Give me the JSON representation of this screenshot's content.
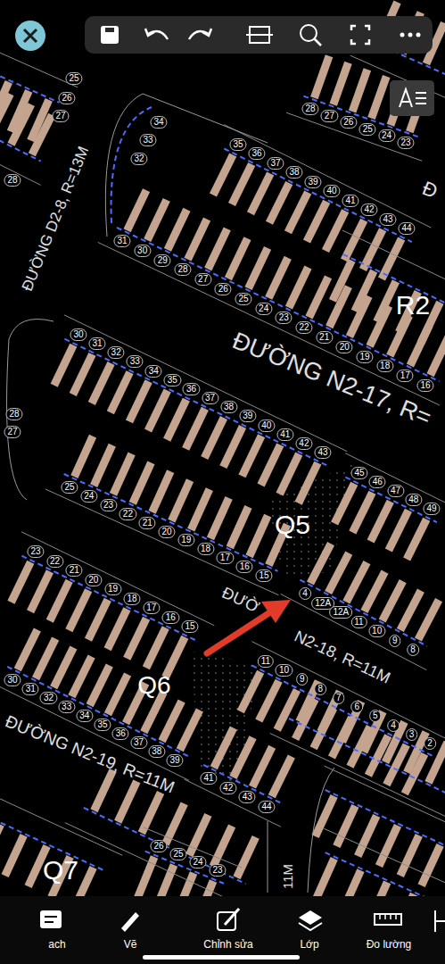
{
  "diagram": {
    "labels": [
      "ĐƯỜNG D2-8, R=13M",
      "ĐƯỜNG N2-17, R=",
      "R2",
      "Đ",
      "Q5",
      "ĐƯỜ",
      "N2-18, R=11M",
      "Q6",
      "ĐƯỜNG N2-19, R=11M",
      "Q7",
      "11M",
      "25",
      "26",
      "27",
      "28",
      "34",
      "33",
      "32",
      "28",
      "27",
      "28",
      "27",
      "26",
      "25",
      "24",
      "23",
      "35",
      "36",
      "37",
      "38",
      "39",
      "40",
      "41",
      "42",
      "43",
      "44",
      "31",
      "30",
      "29",
      "28",
      "27",
      "26",
      "25",
      "24",
      "23",
      "22",
      "21",
      "20",
      "19",
      "18",
      "17",
      "16",
      "30",
      "31",
      "32",
      "33",
      "34",
      "35",
      "36",
      "37",
      "38",
      "39",
      "40",
      "41",
      "42",
      "43",
      "25",
      "24",
      "23",
      "22",
      "21",
      "20",
      "19",
      "18",
      "17",
      "16",
      "15",
      "45",
      "46",
      "47",
      "48",
      "49",
      "4",
      "12A",
      "12A",
      "11",
      "10",
      "9",
      "8",
      "23",
      "22",
      "21",
      "20",
      "19",
      "18",
      "17",
      "16",
      "15",
      "30",
      "31",
      "32",
      "33",
      "34",
      "35",
      "36",
      "37",
      "38",
      "39",
      "11",
      "10",
      "9",
      "8",
      "7",
      "6",
      "5",
      "4",
      "3",
      "2",
      "41",
      "42",
      "43",
      "44",
      "26",
      "25",
      "24",
      "23",
      "ach",
      "Vẽ",
      "Chỉnh sửa",
      "Lớp",
      "Đo lường"
    ]
  }
}
